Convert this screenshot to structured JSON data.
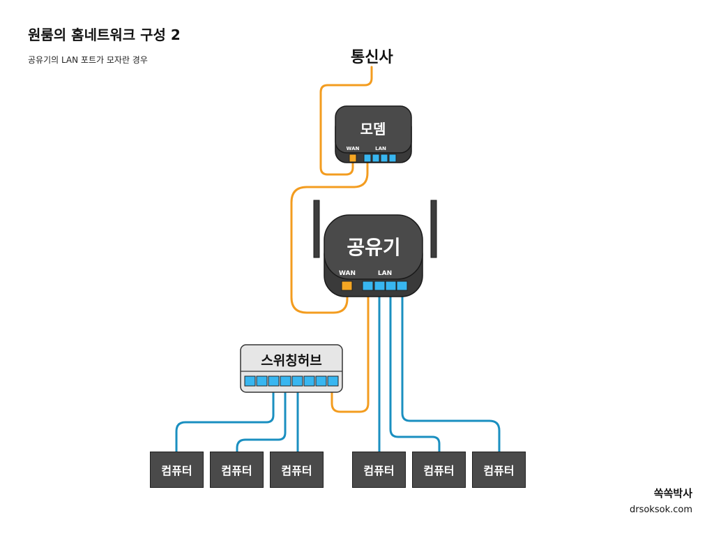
{
  "header": {
    "title": "원룸의 홈네트워크 구성 2",
    "subtitle": "공유기의 LAN 포트가 모자란 경우"
  },
  "isp_label": "통신사",
  "modem": {
    "label": "모뎀",
    "wan_label": "WAN",
    "lan_label": "LAN"
  },
  "router": {
    "label": "공유기",
    "wan_label": "WAN",
    "lan_label": "LAN"
  },
  "switch": {
    "label": "스위칭허브"
  },
  "computers": [
    "컴퓨터",
    "컴퓨터",
    "컴퓨터",
    "컴퓨터",
    "컴퓨터",
    "컴퓨터"
  ],
  "footer": {
    "brand": "쏙쏙박사",
    "site": "drsoksok.com"
  },
  "colors": {
    "wan_cable": "#f39c1f",
    "lan_cable": "#1a8fc0",
    "wan_port": "#f5a623",
    "lan_port": "#38b6f0",
    "device_body": "#3d3d3d",
    "switch_body": "#e6e6e6"
  }
}
